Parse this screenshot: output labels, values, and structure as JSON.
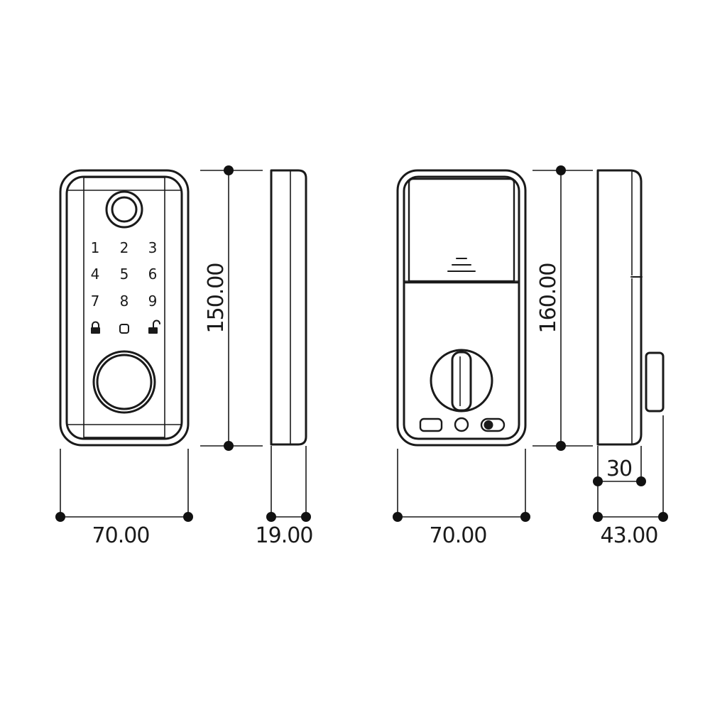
{
  "dimensions": {
    "front_width": "70.00",
    "front_height": "150.00",
    "side_depth": "19.00",
    "back_width": "70.00",
    "back_height": "160.00",
    "bolt_offset": "30",
    "back_depth": "43.00"
  },
  "keypad": {
    "keys": [
      "1",
      "2",
      "3",
      "4",
      "5",
      "6",
      "7",
      "8",
      "9"
    ],
    "lock_icon": "lock-icon",
    "center_icon": "square-icon",
    "unlock_icon": "unlock-icon"
  },
  "colors": {
    "line": "#1a1a1a",
    "background": "#ffffff"
  }
}
